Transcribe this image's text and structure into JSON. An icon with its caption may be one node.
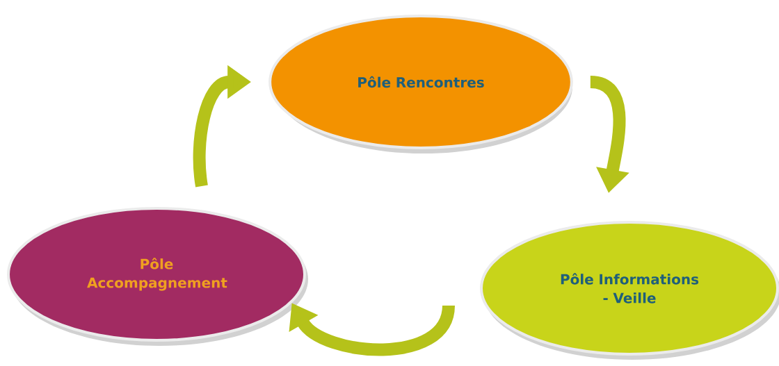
{
  "diagram": {
    "nodes": [
      {
        "text": [
          "Pôle Rencontres"
        ]
      },
      {
        "text": [
          "Pôle Informations - Veille"
        ]
      },
      {
        "text": [
          "Pôle Accompagnement"
        ]
      }
    ],
    "edges": [
      {
        "from": 0,
        "to": 1,
        "arrow": "to"
      },
      {
        "from": 1,
        "to": 2,
        "arrow": "to"
      },
      {
        "from": 2,
        "to": 0,
        "arrow": "to"
      }
    ]
  }
}
